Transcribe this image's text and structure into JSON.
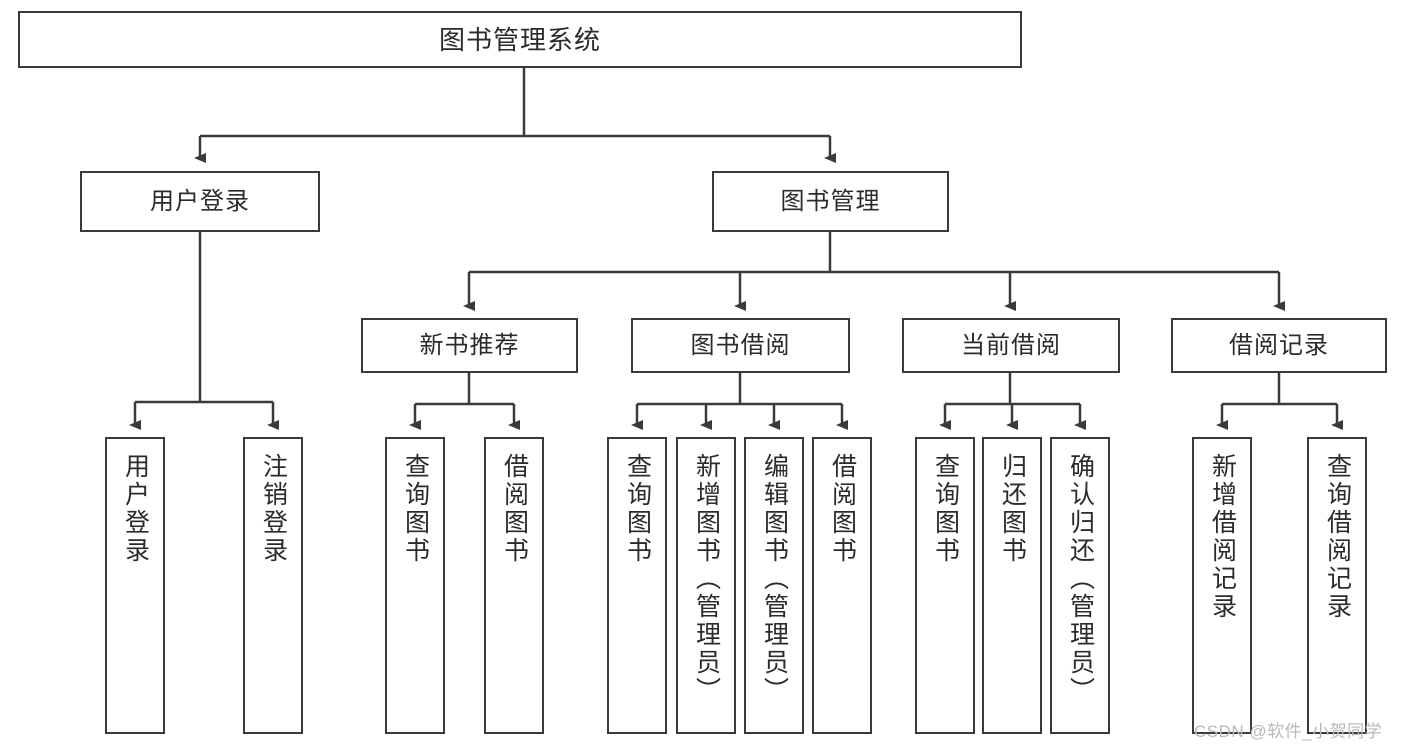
{
  "diagram": {
    "title": "图书管理系统",
    "type": "tree-hierarchy-diagram",
    "root": {
      "id": "root",
      "label": "图书管理系统"
    },
    "level2": [
      {
        "id": "user-login",
        "label": "用户登录"
      },
      {
        "id": "book-manage",
        "label": "图书管理"
      }
    ],
    "level3": [
      {
        "id": "new-book-rec",
        "label": "新书推荐",
        "parent": "book-manage"
      },
      {
        "id": "book-borrow",
        "label": "图书借阅",
        "parent": "book-manage"
      },
      {
        "id": "current-borrow",
        "label": "当前借阅",
        "parent": "book-manage"
      },
      {
        "id": "borrow-record",
        "label": "借阅记录",
        "parent": "book-manage"
      }
    ],
    "leaves": [
      {
        "id": "leaf-user-login",
        "label": "用户登录",
        "parent": "user-login"
      },
      {
        "id": "leaf-logout",
        "label": "注销登录",
        "parent": "user-login"
      },
      {
        "id": "leaf-query-book-1",
        "label": "查询图书",
        "parent": "new-book-rec"
      },
      {
        "id": "leaf-borrow-book-1",
        "label": "借阅图书",
        "parent": "new-book-rec"
      },
      {
        "id": "leaf-query-book-2",
        "label": "查询图书",
        "parent": "book-borrow"
      },
      {
        "id": "leaf-add-book",
        "label": "新增图书（管理员）",
        "parent": "book-borrow"
      },
      {
        "id": "leaf-edit-book",
        "label": "编辑图书（管理员）",
        "parent": "book-borrow"
      },
      {
        "id": "leaf-borrow-book-2",
        "label": "借阅图书",
        "parent": "book-borrow"
      },
      {
        "id": "leaf-query-book-3",
        "label": "查询图书",
        "parent": "current-borrow"
      },
      {
        "id": "leaf-return-book",
        "label": "归还图书",
        "parent": "current-borrow"
      },
      {
        "id": "leaf-confirm-return",
        "label": "确认归还（管理员）",
        "parent": "current-borrow"
      },
      {
        "id": "leaf-add-record",
        "label": "新增借阅记录",
        "parent": "borrow-record"
      },
      {
        "id": "leaf-query-record",
        "label": "查询借阅记录",
        "parent": "borrow-record"
      }
    ],
    "watermark": "CSDN @软件_小贺同学",
    "colors": {
      "stroke": "#3a3a3a",
      "fill": "#ffffff",
      "text": "#2b2b2b",
      "watermark": "#b9b9b9"
    }
  }
}
